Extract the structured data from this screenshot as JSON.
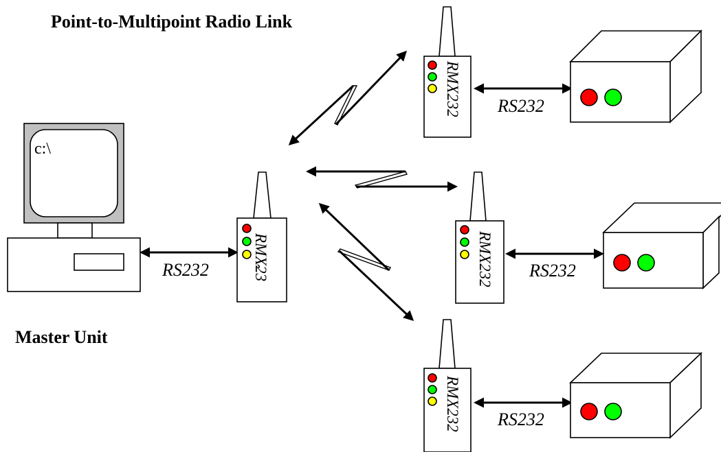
{
  "title": "Point-to-Multipoint Radio Link",
  "master_label": "Master Unit",
  "terminal_prompt": "c:\\",
  "colors": {
    "monitor_bezel": "#c0c0c0",
    "led_red": "#ff0000",
    "led_green": "#00ff00",
    "led_yellow": "#ffff00",
    "outline": "#000000"
  },
  "master_modem": {
    "label": "RMX23",
    "glyph": "ˆ"
  },
  "master_link": {
    "label": "RS232"
  },
  "slave_units": [
    {
      "modem_label": "RMX232",
      "link_label": "RS232"
    },
    {
      "modem_label": "RMX232",
      "link_label": "RS232"
    },
    {
      "modem_label": "RMX232",
      "link_label": "RS232"
    }
  ]
}
